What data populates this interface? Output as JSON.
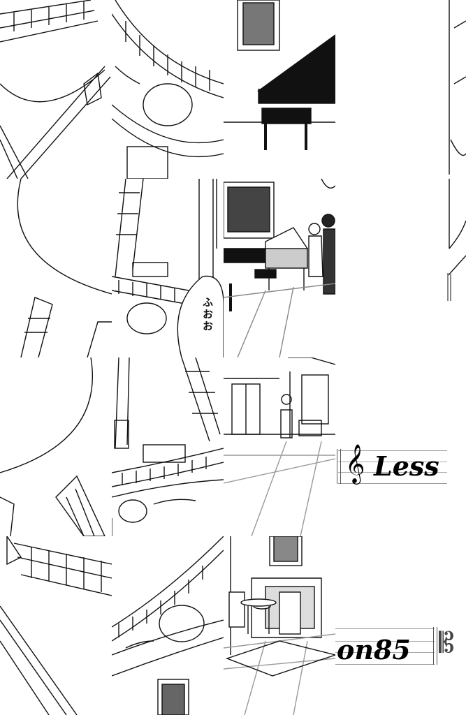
{
  "image": {
    "kind": "scrambled manga page tiles",
    "speech_bubble": "ふおお",
    "title_fragments": [
      "Less",
      "on85"
    ],
    "icons": [
      "treble-clef-icon",
      "double-barline-icon"
    ]
  }
}
